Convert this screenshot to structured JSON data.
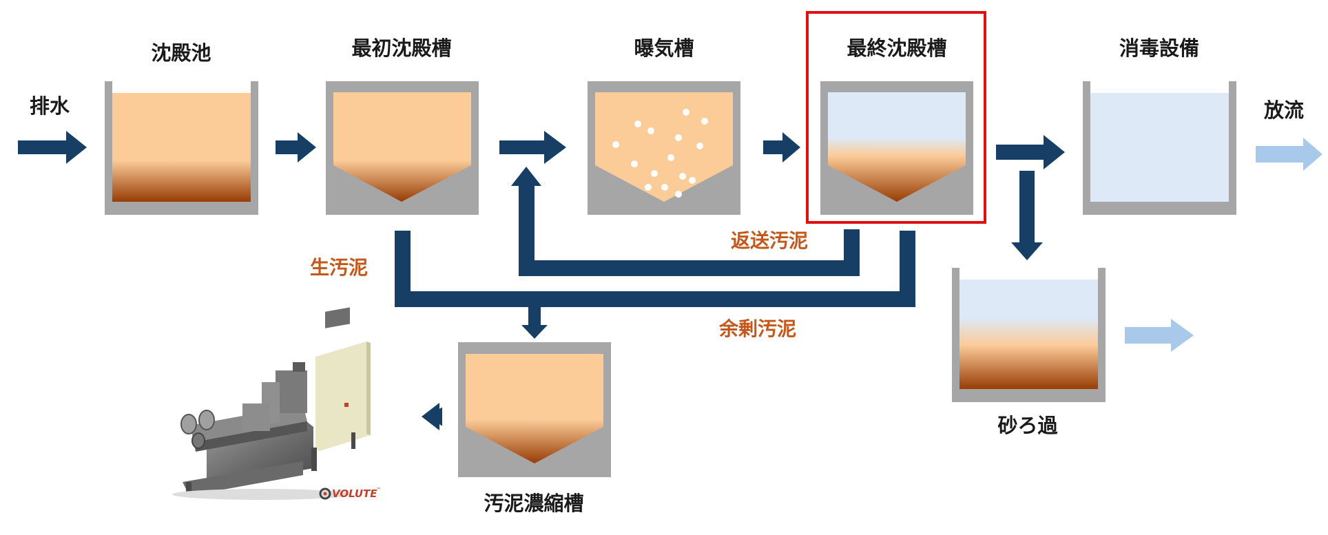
{
  "colors": {
    "arrow": "#173f66",
    "effluent_arrow": "#a8c9ea",
    "tank_wall": "#a6a6a6",
    "sludge_light": "#fbcb98",
    "sludge_dark": "#983c05",
    "clear_water": "#dde9f6",
    "highlight": "#e01010",
    "flow_label": "#c4571a"
  },
  "inflow_label": "排水",
  "outflow_label": "放流",
  "tanks": {
    "settling_pond": "沈殿池",
    "primary_clarifier": "最初沈殿槽",
    "aeration_tank": "曝気槽",
    "final_clarifier": "最終沈殿槽",
    "disinfection": "消毒設備",
    "sand_filtration": "砂ろ過",
    "sludge_thickener": "汚泥濃縮槽"
  },
  "flows": {
    "return_sludge": "返送汚泥",
    "raw_sludge": "生汚泥",
    "excess_sludge": "余剰汚泥"
  },
  "dewatering_machine": {
    "icon": "screw-press-dewatering-machine-icon",
    "brand": "VOLUTE",
    "trademark": "™"
  }
}
